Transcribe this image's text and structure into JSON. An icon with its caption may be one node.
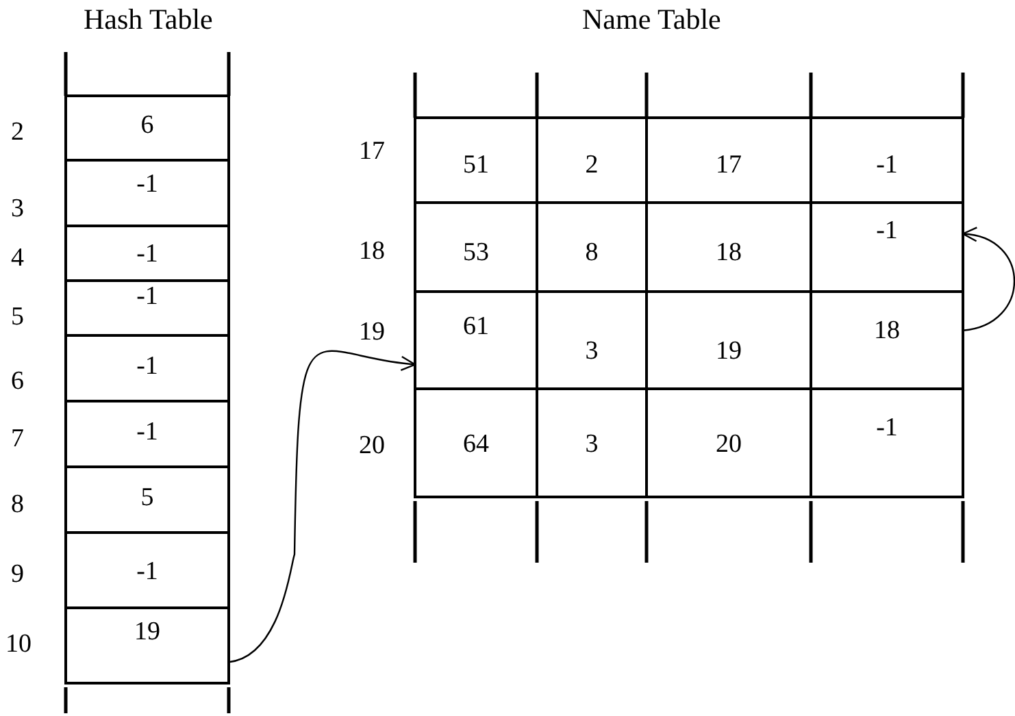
{
  "diagram": {
    "nodes": [
      {
        "text": [
          "6"
        ]
      },
      {
        "text": [
          "-1"
        ]
      },
      {
        "text": [
          "-1"
        ]
      },
      {
        "text": [
          "-1"
        ]
      },
      {
        "text": [
          "-1"
        ]
      },
      {
        "text": [
          "-1"
        ]
      },
      {
        "text": [
          "5"
        ]
      },
      {
        "text": [
          "-1"
        ]
      },
      {
        "text": [
          "19"
        ]
      },
      {
        "text": [
          "51"
        ]
      },
      {
        "text": [
          "2"
        ]
      },
      {
        "text": [
          "17"
        ]
      },
      {
        "text": [
          "-1"
        ]
      },
      {
        "text": [
          "53"
        ]
      },
      {
        "text": [
          "8"
        ]
      },
      {
        "text": [
          "18"
        ]
      },
      {
        "text": [
          "-1"
        ]
      },
      {
        "text": [
          "61"
        ]
      },
      {
        "text": [
          "3"
        ]
      },
      {
        "text": [
          "19"
        ]
      },
      {
        "text": [
          "18"
        ]
      },
      {
        "text": [
          "64"
        ]
      },
      {
        "text": [
          "3"
        ]
      },
      {
        "text": [
          "20"
        ]
      },
      {
        "text": [
          "-1"
        ]
      }
    ],
    "edges": [
      {
        "from": 8,
        "to": 17,
        "arrow": "to"
      },
      {
        "from": 20,
        "to": 16,
        "arrow": "to"
      }
    ],
    "labels": [
      "Hash Table",
      "Name Table",
      "2",
      "3",
      "4",
      "5",
      "6",
      "7",
      "8",
      "9",
      "10",
      "17",
      "18",
      "19",
      "20"
    ]
  }
}
